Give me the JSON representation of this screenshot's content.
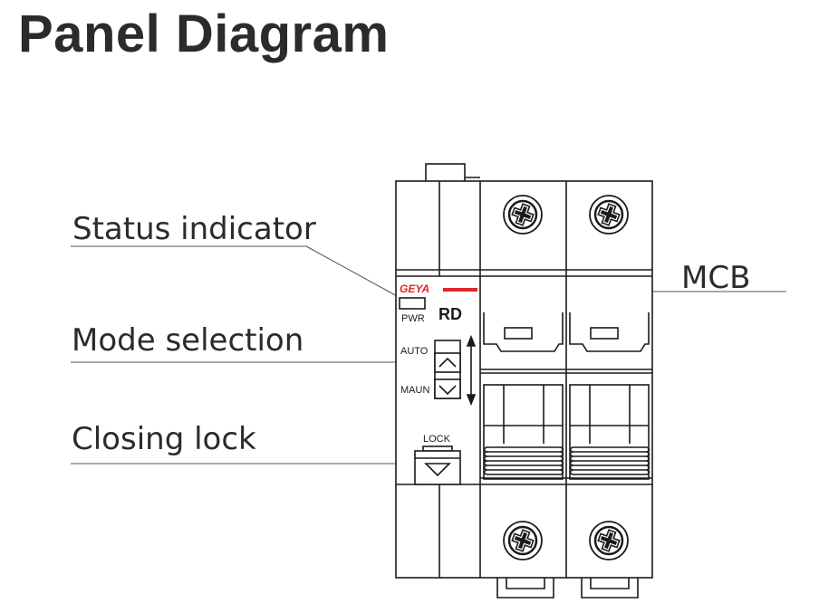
{
  "title": "Panel Diagram",
  "callouts": {
    "status_indicator": "Status indicator",
    "mode_selection": "Mode selection",
    "closing_lock": "Closing lock",
    "mcb": "MCB"
  },
  "device": {
    "brand": "GEYA",
    "model": "RD",
    "pwr_label": "PWR",
    "auto_label": "AUTO",
    "manual_label": "MAUN",
    "lock_label": "LOCK"
  },
  "colors": {
    "text": "#2b2b2b",
    "line": "#1a1a1a",
    "brand_red": "#e0262c"
  }
}
